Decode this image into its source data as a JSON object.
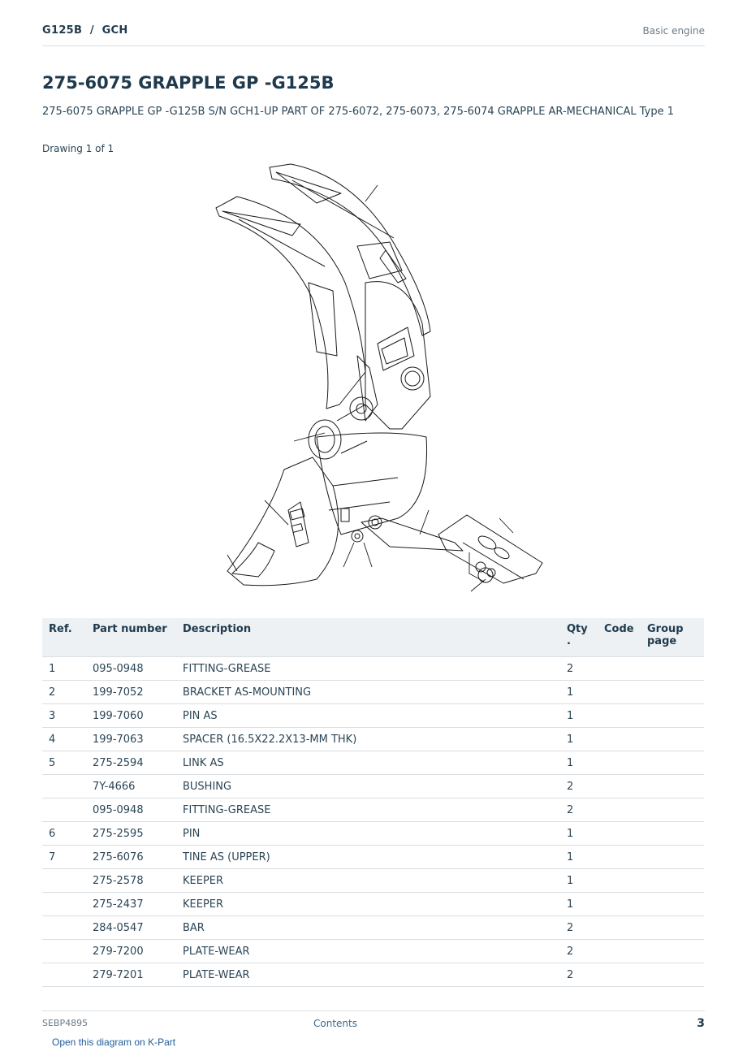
{
  "header": {
    "model": "G125B  /  GCH",
    "section": "Basic engine"
  },
  "title": "275-6075 GRAPPLE GP -G125B",
  "subtitle": "275-6075 GRAPPLE GP -G125B S/N GCH1-UP PART OF 275-6072, 275-6073, 275-6074 GRAPPLE AR-MECHANICAL Type 1",
  "drawing_label": "Drawing 1 of 1",
  "table": {
    "headers": {
      "ref": "Ref.",
      "part_number": "Part number",
      "description": "Description",
      "qty": "Qty .",
      "code": "Code",
      "group_page": "Group page"
    },
    "rows": [
      {
        "ref": "1",
        "part_number": "095-0948",
        "description": "FITTING-GREASE",
        "qty": "2",
        "code": "",
        "group_page": ""
      },
      {
        "ref": "2",
        "part_number": "199-7052",
        "description": "BRACKET AS-MOUNTING",
        "qty": "1",
        "code": "",
        "group_page": ""
      },
      {
        "ref": "3",
        "part_number": "199-7060",
        "description": "PIN AS",
        "qty": "1",
        "code": "",
        "group_page": ""
      },
      {
        "ref": "4",
        "part_number": "199-7063",
        "description": "SPACER (16.5X22.2X13-MM THK)",
        "qty": "1",
        "code": "",
        "group_page": ""
      },
      {
        "ref": "5",
        "part_number": "275-2594",
        "description": "LINK AS",
        "qty": "1",
        "code": "",
        "group_page": ""
      },
      {
        "ref": "",
        "part_number": "7Y-4666",
        "description": "BUSHING",
        "qty": "2",
        "code": "",
        "group_page": ""
      },
      {
        "ref": "",
        "part_number": "095-0948",
        "description": "FITTING-GREASE",
        "qty": "2",
        "code": "",
        "group_page": ""
      },
      {
        "ref": "6",
        "part_number": "275-2595",
        "description": "PIN",
        "qty": "1",
        "code": "",
        "group_page": ""
      },
      {
        "ref": "7",
        "part_number": "275-6076",
        "description": "TINE AS (UPPER)",
        "qty": "1",
        "code": "",
        "group_page": ""
      },
      {
        "ref": "",
        "part_number": "275-2578",
        "description": "KEEPER",
        "qty": "1",
        "code": "",
        "group_page": ""
      },
      {
        "ref": "",
        "part_number": "275-2437",
        "description": "KEEPER",
        "qty": "1",
        "code": "",
        "group_page": ""
      },
      {
        "ref": "",
        "part_number": "284-0547",
        "description": "BAR",
        "qty": "2",
        "code": "",
        "group_page": ""
      },
      {
        "ref": "",
        "part_number": "279-7200",
        "description": "PLATE-WEAR",
        "qty": "2",
        "code": "",
        "group_page": ""
      },
      {
        "ref": "",
        "part_number": "279-7201",
        "description": "PLATE-WEAR",
        "qty": "2",
        "code": "",
        "group_page": ""
      }
    ]
  },
  "footer": {
    "doc_id": "SEBP4895",
    "contents_link": "Contents",
    "page_number": "3"
  },
  "kpart_link": "Open this diagram on K-Part"
}
